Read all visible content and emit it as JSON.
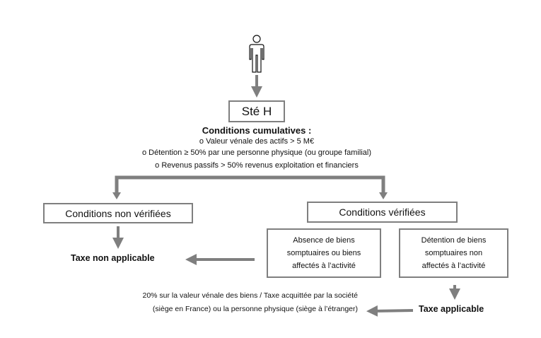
{
  "company_box": "Sté H",
  "conditions": {
    "title": "Conditions cumulatives :",
    "items": [
      "o Valeur vénale des actifs > 5 M€",
      "o Détention ≥ 50% par une personne physique (ou groupe familial)",
      "o Revenus passifs > 50% revenus exploitation et financiers"
    ]
  },
  "branch_not_met": "Conditions non vérifiées",
  "branch_met": "Conditions vérifiées",
  "sub_absence": "Absence de biens somptuaires ou biens affectés à l’activité",
  "sub_detention": "Détention de biens somptuaires non affectés à l’activité",
  "result_not_applicable": "Taxe non applicable",
  "result_applicable": "Taxe applicable",
  "tax_detail": [
    "20% sur la valeur vénale des biens / Taxe acquittée par la société",
    "(siège en France) ou la personne physique (siège à l’étranger)"
  ],
  "colors": {
    "arrow": "#7f7f7f",
    "border": "#7f7f7f"
  }
}
